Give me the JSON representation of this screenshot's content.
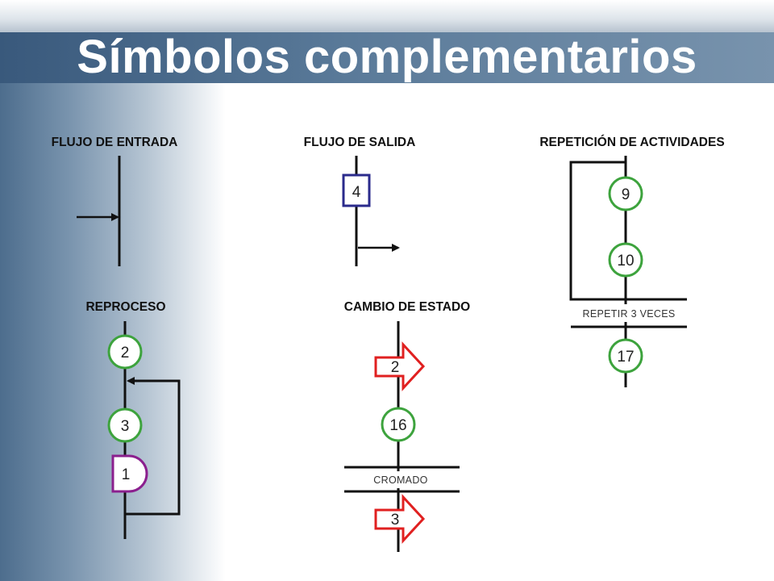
{
  "title": "Símbolos complementarios",
  "sections": {
    "flujo_entrada": {
      "label": "FLUJO DE ENTRADA"
    },
    "flujo_salida": {
      "label": "FLUJO DE SALIDA",
      "operation": "4"
    },
    "repeticion": {
      "label": "REPETICIÓN DE ACTIVIDADES",
      "steps": [
        "9",
        "10"
      ],
      "caption": "REPETIR 3 VECES",
      "after": "17"
    },
    "reproceso": {
      "label": "REPROCESO",
      "steps": [
        "2",
        "3"
      ],
      "inspection": "1"
    },
    "cambio_estado": {
      "label": "CAMBIO DE ESTADO",
      "arrow_before": "2",
      "step": "16",
      "caption": "CROMADO",
      "arrow_after": "3"
    }
  },
  "colors": {
    "operation_circle": "#3da33d",
    "inspection_square": "#2b2b8c",
    "storage_shape": "#8b1f8e",
    "state_arrow": "#e02020"
  }
}
